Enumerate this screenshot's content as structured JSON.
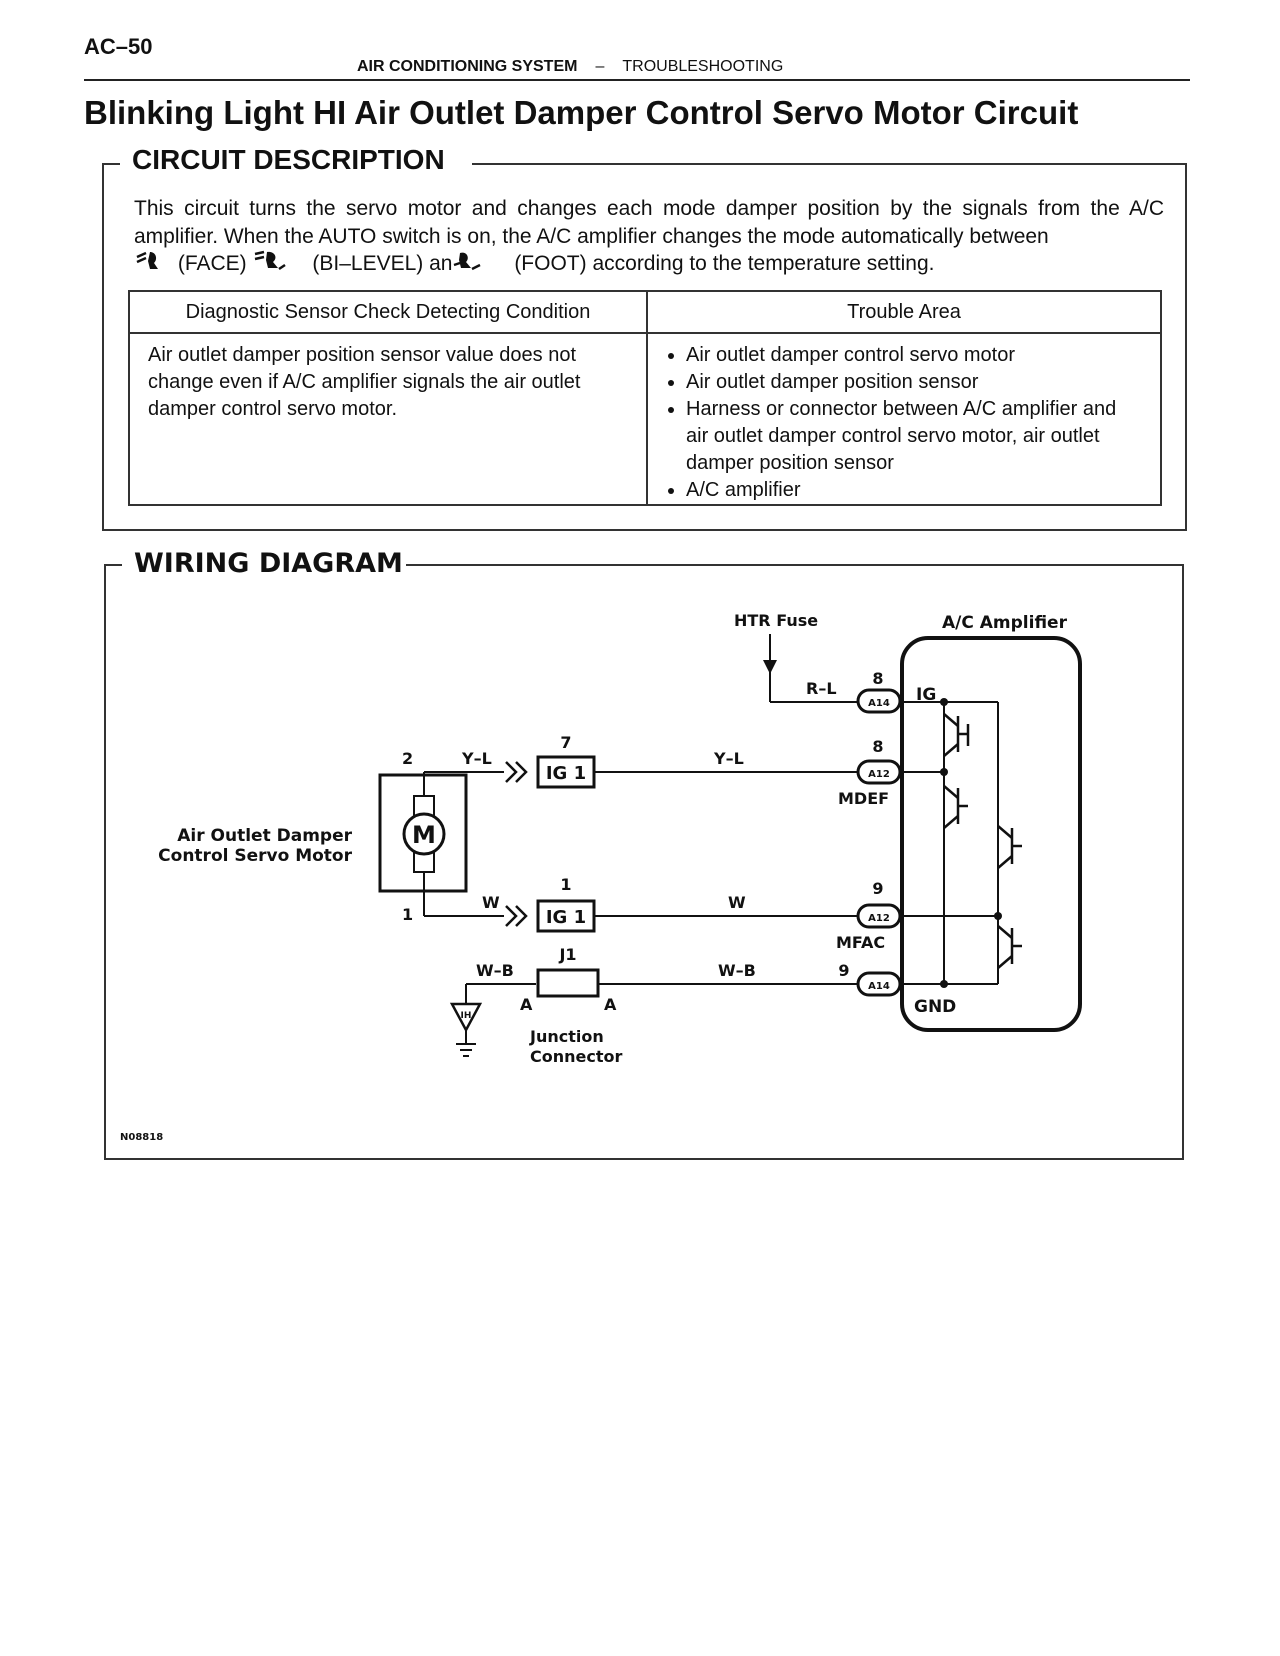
{
  "header": {
    "page_number": "AC–50",
    "section": "AIR CONDITIONING SYSTEM",
    "separator": "–",
    "subsection": "TROUBLESHOOTING"
  },
  "title": "Blinking Light HI Air Outlet Damper Control Servo Motor Circuit",
  "circuit_description": {
    "heading": "CIRCUIT DESCRIPTION",
    "text_line1": "This circuit turns the servo motor and changes each mode damper position by the signals from the A/C amplifier. When the AUTO switch is on, the A/C amplifier changes the mode automatically between",
    "mode_face": "(FACE)",
    "mode_bilevel": "(BI–LEVEL) an",
    "mode_foot": "(FOOT) according to the temperature setting.",
    "table": {
      "col1_header": "Diagnostic Sensor Check Detecting Condition",
      "col2_header": "Trouble Area",
      "condition": "Air outlet damper position sensor value does not change even if A/C amplifier signals the air outlet damper control servo motor.",
      "trouble_areas": [
        "Air outlet damper control servo motor",
        "Air outlet damper position sensor",
        "Harness or connector between A/C amplifier and air outlet damper control servo motor, air outlet damper position sensor",
        "A/C amplifier"
      ]
    }
  },
  "wiring_diagram": {
    "heading": "WIRING DIAGRAM",
    "htr_fuse": "HTR Fuse",
    "ac_amplifier": "A/C Amplifier",
    "motor_label_line1": "Air Outlet Damper",
    "motor_label_line2": "Control Servo Motor",
    "motor_symbol": "M",
    "motor_pin_top": "2",
    "motor_pin_bottom": "1",
    "wire_yl": "Y–L",
    "wire_w": "W",
    "wire_wb": "W–B",
    "wire_rl": "R–L",
    "connector_ig1": "IG 1",
    "ig1_pin_top": "7",
    "ig1_pin_bottom": "1",
    "junction_id": "J1",
    "junction_pin": "A",
    "junction_label_line1": "Junction",
    "junction_label_line2": "Connector",
    "ground_id": "IH",
    "amp_pins": [
      {
        "num": "8",
        "conn": "A14",
        "label": "IG"
      },
      {
        "num": "8",
        "conn": "A12",
        "label": "MDEF"
      },
      {
        "num": "9",
        "conn": "A12",
        "label": "MFAC"
      },
      {
        "num": "9",
        "conn": "A14",
        "label": "GND"
      }
    ],
    "figure_code": "N08818"
  }
}
